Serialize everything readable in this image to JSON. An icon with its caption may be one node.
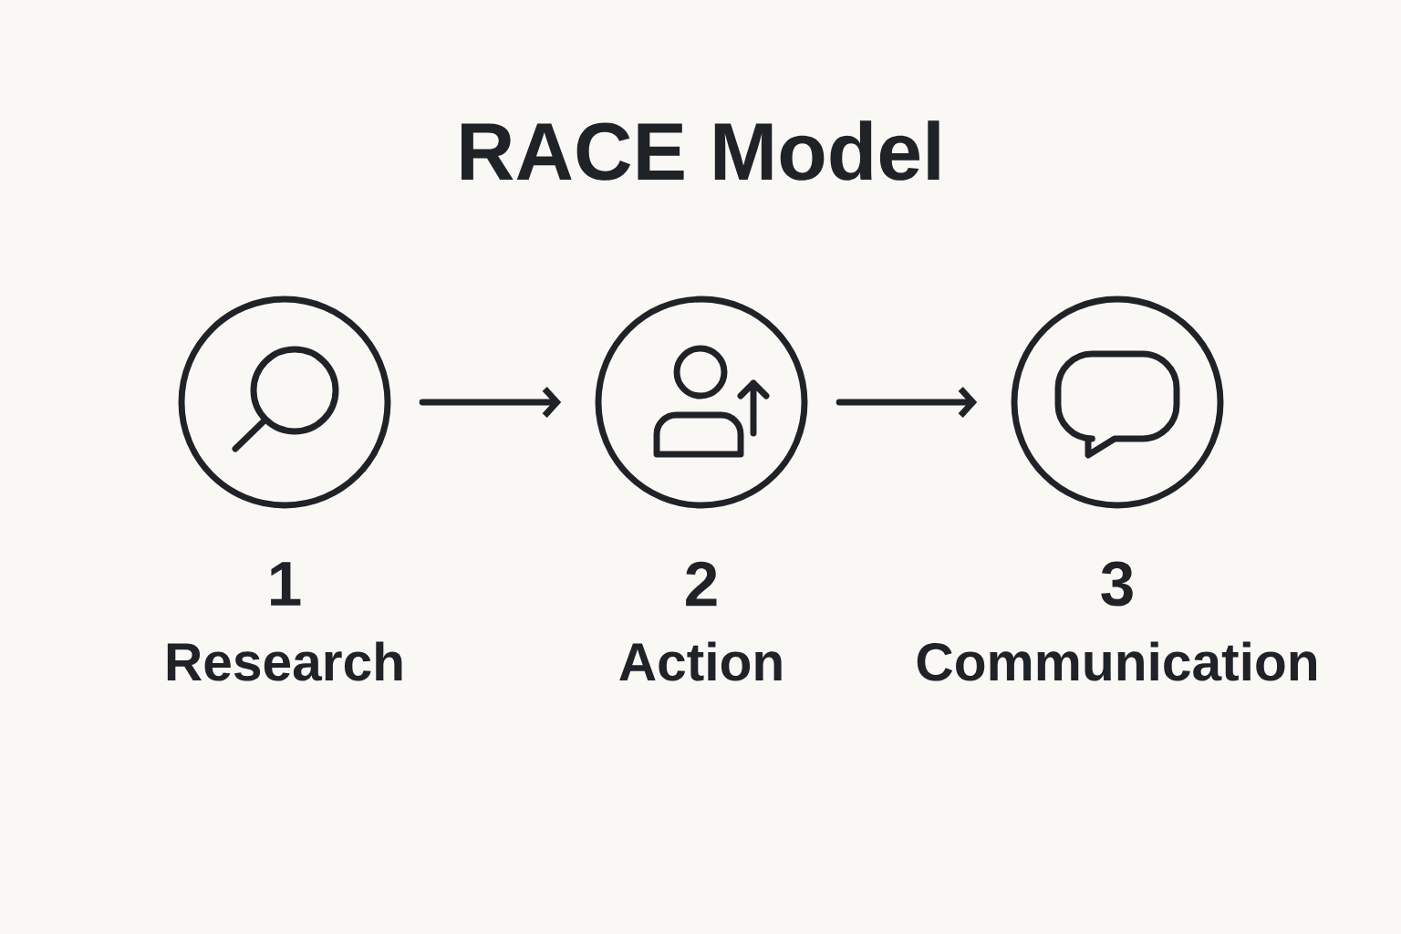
{
  "diagram": {
    "title": "RACE Model",
    "nodes": [
      {
        "text": [
          "1",
          "Research"
        ]
      },
      {
        "text": [
          "2",
          "Action"
        ]
      },
      {
        "text": [
          "3",
          "Communication"
        ]
      }
    ],
    "edges": [
      {
        "from": 0,
        "to": 1,
        "arrow": "to"
      },
      {
        "from": 1,
        "to": 2,
        "arrow": "to"
      }
    ]
  }
}
